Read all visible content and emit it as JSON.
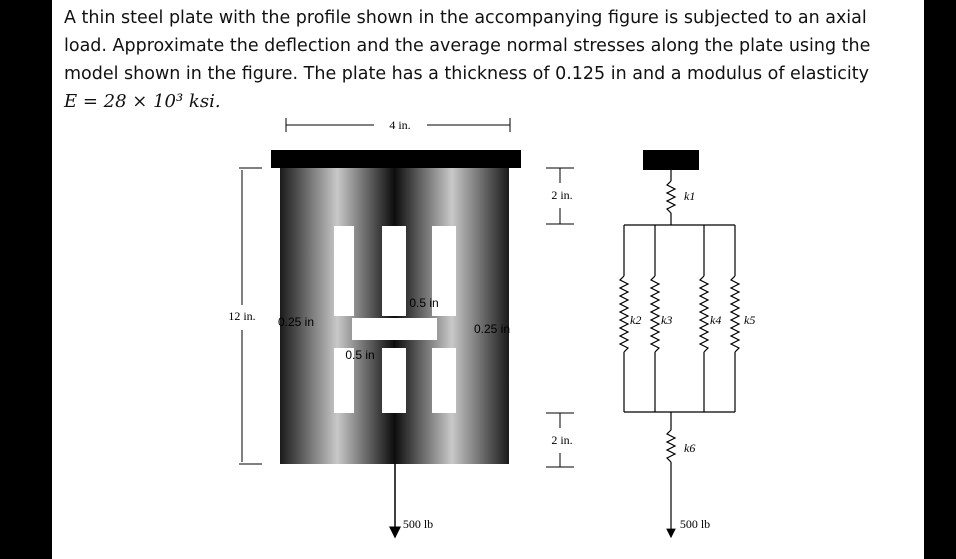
{
  "problem": {
    "text": "A thin steel plate with the profile shown in the accompanying figure is subjected to an axial load. Approximate the deflection and the average normal stresses along the plate using the model shown in the figure. The plate has a thickness of 0.125 in and a modulus of elasticity",
    "equation": "E = 28 × 10³ ksi."
  },
  "figure": {
    "width_label": "4 in.",
    "height_label": "12 in.",
    "top_len_label": "2 in.",
    "bottom_len_label": "2 in.",
    "left_strip_label": "0.25 in",
    "gap_top_label": "0.5 in",
    "gap_left_label": "0.5 in",
    "right_strip_label": "0.25 in",
    "load_plate_label": "500 lb",
    "load_model_label": "500 lb",
    "springs": [
      "k1",
      "k2",
      "k3",
      "k4",
      "k5",
      "k6"
    ]
  }
}
